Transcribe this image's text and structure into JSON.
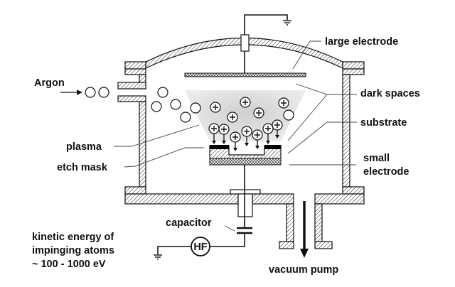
{
  "title": "Plasma etching chamber (reactive/sputter etching) schematic",
  "labels": {
    "argon": "Argon",
    "large_electrode": "large electrode",
    "dark_spaces": "dark spaces",
    "substrate": "substrate",
    "small_electrode_line1": "small",
    "small_electrode_line2": "electrode",
    "plasma": "plasma",
    "etch_mask": "etch mask",
    "capacitor": "capacitor",
    "hf": "HF",
    "vacuum_pump": "vacuum pump",
    "energy_line1": "kinetic energy of",
    "energy_line2": "impinging atoms",
    "energy_line3": "~ 100 - 1000 eV"
  },
  "colors": {
    "line": "#111111",
    "plasma": "#d9d9d9",
    "mask": "#000000"
  }
}
